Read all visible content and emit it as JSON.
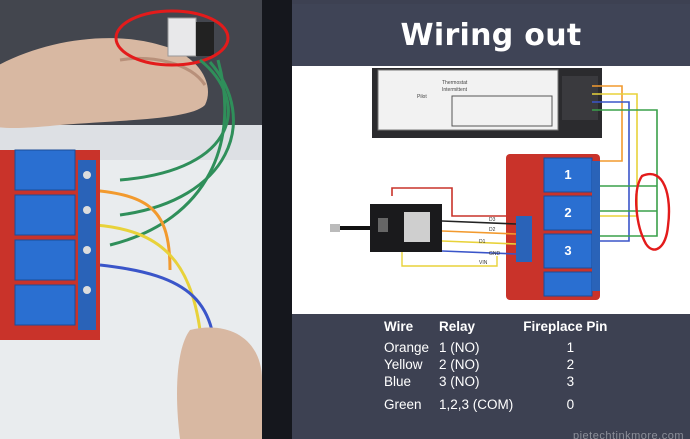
{
  "slide": {
    "title": "Wiring out",
    "table": {
      "headers": [
        "Wire",
        "Relay",
        "Fireplace Pin"
      ],
      "rows": [
        {
          "wire": "Orange",
          "relay": "1 (NO)",
          "pin": "1"
        },
        {
          "wire": "Yellow",
          "relay": "2 (NO)",
          "pin": "2"
        },
        {
          "wire": "Blue",
          "relay": "3 (NO)",
          "pin": "3"
        },
        {
          "wire": "Green",
          "relay": "1,2,3 (COM)",
          "pin": "0"
        }
      ]
    },
    "diagram": {
      "relay_numbers": [
        "1",
        "2",
        "3"
      ],
      "controller_labels": [
        "D3",
        "D2",
        "D1",
        "GND",
        "VIN"
      ],
      "receiver_text": [
        "Thermostat",
        "Intermittent",
        "Pilot"
      ]
    },
    "watermark": "pietechtinkmore.com"
  },
  "colors": {
    "annotation_red": "#e31b1b",
    "relay_blue": "#2a6fd1",
    "relay_board_red": "#c9332a",
    "wire_orange": "#f29a2e",
    "wire_yellow": "#e8d23a",
    "wire_blue": "#3a55c9",
    "wire_green": "#3aa04a",
    "slide_bg": "#3d4152"
  }
}
